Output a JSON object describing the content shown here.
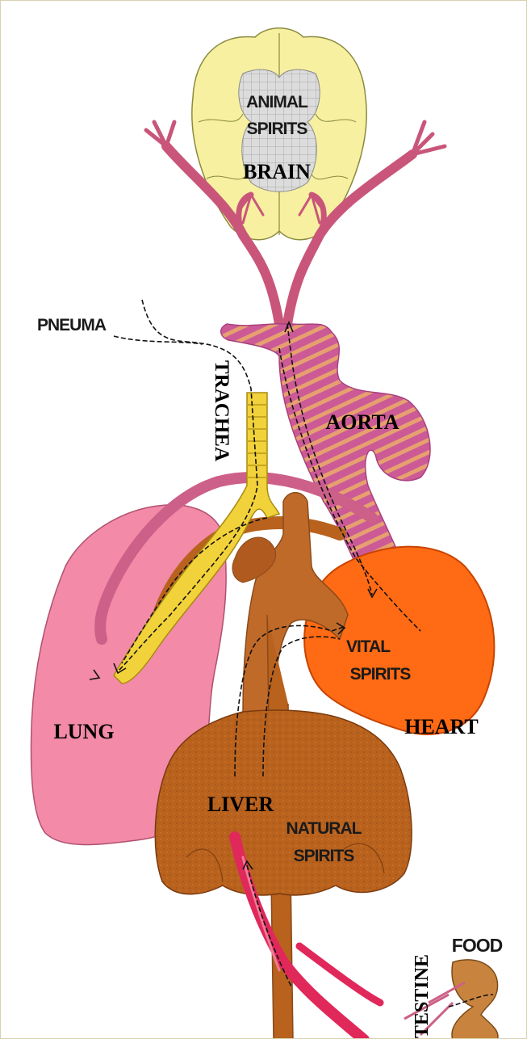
{
  "labels": {
    "animal": "ANIMAL",
    "spirits_brain": "SPIRITS",
    "brain": "BRAIN",
    "pneuma": "PNEUMA",
    "trachea": "TRACHEA",
    "aorta": "AORTA",
    "vital": "VITAL",
    "spirits_vital": "SPIRITS",
    "heart": "HEART",
    "lung": "LUNG",
    "liver": "LIVER",
    "natural": "NATURAL",
    "spirits_natural": "SPIRITS",
    "food": "FOOD",
    "intestine": "INTESTINE"
  },
  "colors": {
    "brain": "#f7f0a0",
    "brain_mesh": "#d8d8d8",
    "vessel": "#d0607a",
    "aorta": "#cc5a96",
    "aorta_stripe": "#e6a070",
    "trachea": "#f2d23a",
    "lung": "#f28aa8",
    "heart": "#ff6a14",
    "liver": "#b8621e",
    "liver_dark": "#9a4e14",
    "vein_red": "#e0285a"
  }
}
